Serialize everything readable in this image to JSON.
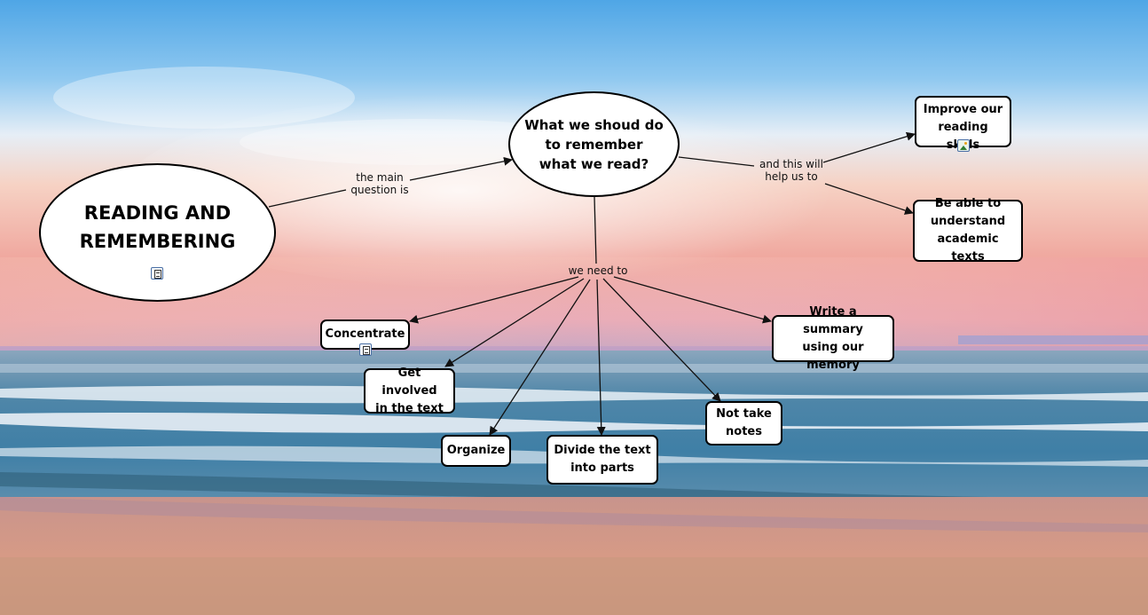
{
  "colors": {
    "node_fill": "#ffffff",
    "node_border": "#000000",
    "link": "#111111"
  },
  "concepts": {
    "reading_remembering": "READING AND\nREMEMBERING",
    "what_should_do": "What we shoud do\nto remember\nwhat we read?",
    "improve_reading": "Improve our\nreading skills",
    "understand_academic": "Be able to\nunderstand\nacademic texts",
    "concentrate": "Concentrate",
    "get_involved": "Get involved\nin the text",
    "organize": "Organize",
    "divide_text": "Divide the text\ninto parts",
    "not_take_notes": "Not take\nnotes",
    "write_summary": "Write a summary\nusing our memory"
  },
  "link_labels": {
    "main_question": "the main\nquestion is",
    "help_us": "and this will\nhelp us to",
    "need_to": "we need to"
  },
  "resource_icons": {
    "reading_remembering": "document-icon",
    "improve_reading": "image-icon",
    "concentrate": "document-icon"
  }
}
